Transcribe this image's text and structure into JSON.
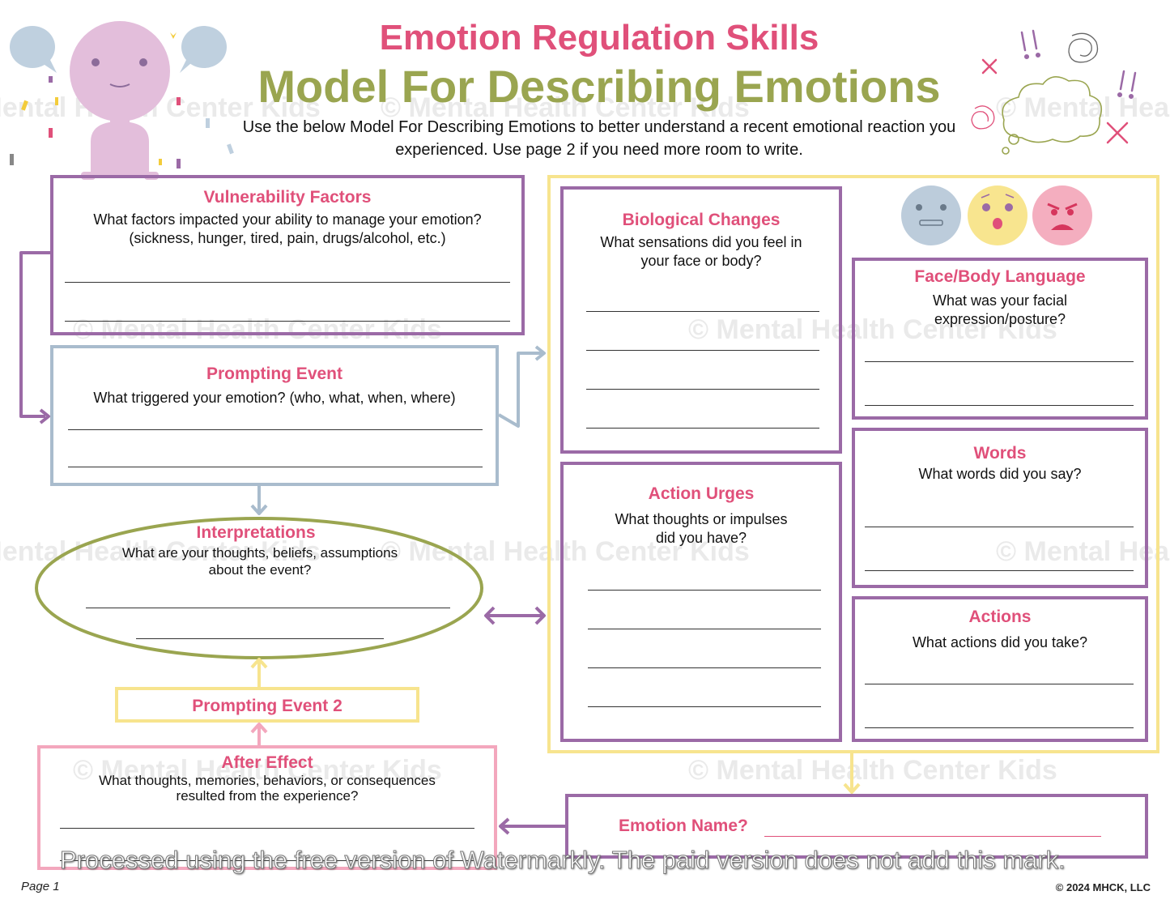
{
  "header": {
    "title_main": "Emotion Regulation Skills",
    "title_sub": "Model For Describing Emotions",
    "instructions": "Use the below Model For Describing Emotions to better understand a recent emotional reaction you experienced. Use page 2 if you need more room to write."
  },
  "sections": {
    "vulnerability": {
      "title": "Vulnerability Factors",
      "question": "What factors impacted your ability to manage your emotion? (sickness, hunger, tired, pain, drugs/alcohol, etc.)"
    },
    "prompting": {
      "title": "Prompting Event",
      "question": "What triggered your emotion? (who, what, when, where)"
    },
    "interpretations": {
      "title": "Interpretations",
      "question": "What are your thoughts, beliefs, assumptions about the event?"
    },
    "prompting2": {
      "title": "Prompting Event 2"
    },
    "after_effect": {
      "title": "After Effect",
      "question": "What thoughts, memories, behaviors, or consequences resulted from the experience?"
    },
    "biological": {
      "title": "Biological Changes",
      "question": "What sensations did you feel in your face or body?"
    },
    "action_urges": {
      "title": "Action Urges",
      "question": "What thoughts or impulses did you have?"
    },
    "face_body": {
      "title": "Face/Body Language",
      "question": "What was your facial expression/posture?"
    },
    "words": {
      "title": "Words",
      "question": "What words did you say?"
    },
    "actions": {
      "title": "Actions",
      "question": "What actions did you take?"
    },
    "emotion_name": {
      "label": "Emotion Name?"
    }
  },
  "watermark": "© Mental Health Center Kids",
  "processing_note": "Processed using the free version of Watermarkly. The paid version does not add this mark.",
  "footer": {
    "page": "Page 1",
    "copyright": "© 2024 MHCK, LLC"
  },
  "colors": {
    "pink": "#e0507a",
    "olive": "#9aa550",
    "purple": "#9b6aa6",
    "blue": "#a9bccd",
    "yellow": "#f7e48e",
    "lightpink": "#f3a7bd"
  }
}
